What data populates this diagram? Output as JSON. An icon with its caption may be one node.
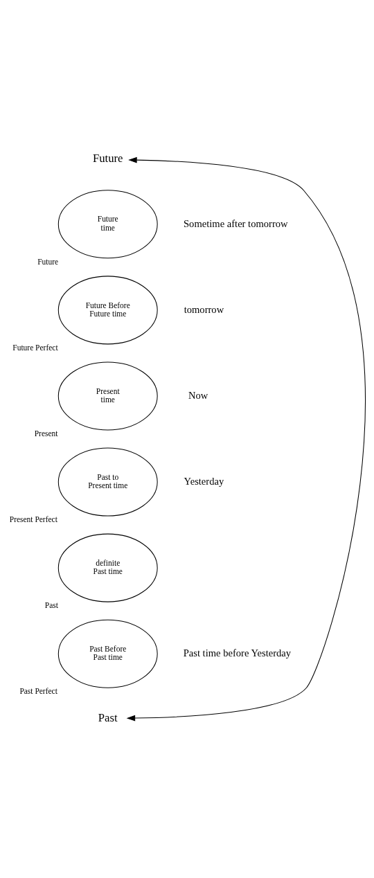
{
  "diagram": {
    "nodes": [
      {
        "text": [
          "Past"
        ]
      },
      {
        "text": [
          "Past Before",
          "Past time"
        ],
        "beside": [
          "Past Perfect"
        ]
      },
      {
        "text": [
          "definite",
          "Past time"
        ],
        "beside": [
          "Past"
        ]
      },
      {
        "text": [
          "Past to",
          "Present time"
        ],
        "beside": [
          "Present Perfect"
        ]
      },
      {
        "text": [
          "Present",
          "time"
        ],
        "beside": [
          "Present"
        ]
      },
      {
        "text": [
          "Future Before",
          "Future time"
        ],
        "beside": [
          "Future Perfect"
        ]
      },
      {
        "text": [
          "Future",
          "time"
        ],
        "beside": [
          "Future"
        ]
      },
      {
        "text": [
          "Future"
        ]
      }
    ],
    "edges": [
      {
        "from": 0,
        "to": 7,
        "arrow": "both"
      }
    ],
    "labels": [
      "Past time before Yesterday",
      "Yesterday",
      "Now",
      "tomorrow",
      "Sometime after tomorrow"
    ]
  }
}
